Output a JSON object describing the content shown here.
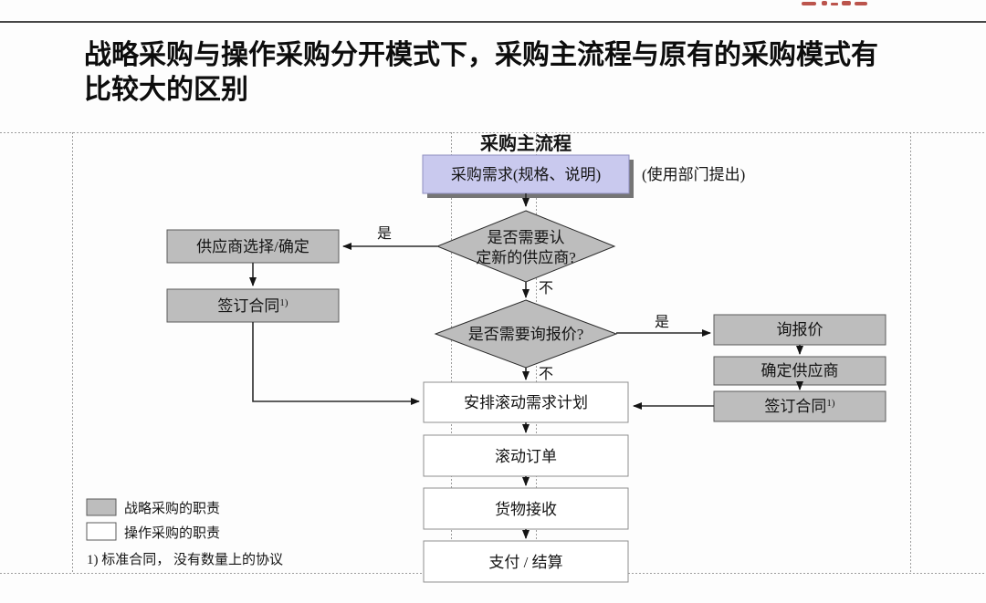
{
  "slide": {
    "title_line1": "战略采购与操作采购分开模式下，采购主流程与原有的采购模式有",
    "title_line2": "比较大的区别"
  },
  "flowchart": {
    "header": "采购主流程",
    "demand_box": "采购需求(规格、说明)",
    "demand_note": "(使用部门提出)",
    "decision_new_supplier_line1": "是否需要认",
    "decision_new_supplier_line2": "定新的供应商?",
    "decision_rfq": "是否需要询报价?",
    "label_yes": "是",
    "label_no": "不",
    "supplier_select_box": "供应商选择/确定",
    "sign_contract_box": "签订合同",
    "footnote_ref": "1)",
    "rfq_box": "询报价",
    "confirm_supplier_box": "确定供应商",
    "rolling_plan_box": "安排滚动需求计划",
    "rolling_order_box": "滚动订单",
    "goods_receipt_box": "货物接收",
    "payment_box": "支付 / 结算"
  },
  "legend": {
    "strategic_label": "战略采购的职责",
    "operational_label": "操作采购的职责",
    "footnote": "1) 标准合同， 没有数量上的协议"
  },
  "colors": {
    "strategic_fill": "#bdbdbd",
    "operational_fill": "#ffffff",
    "demand_fill": "#c9c9ee",
    "demand_shadow": "#757575",
    "logo_red": "#b0372e",
    "connector": "#2b2b2b",
    "guide_line": "#9c9c9c",
    "title_rule": "#474747"
  }
}
